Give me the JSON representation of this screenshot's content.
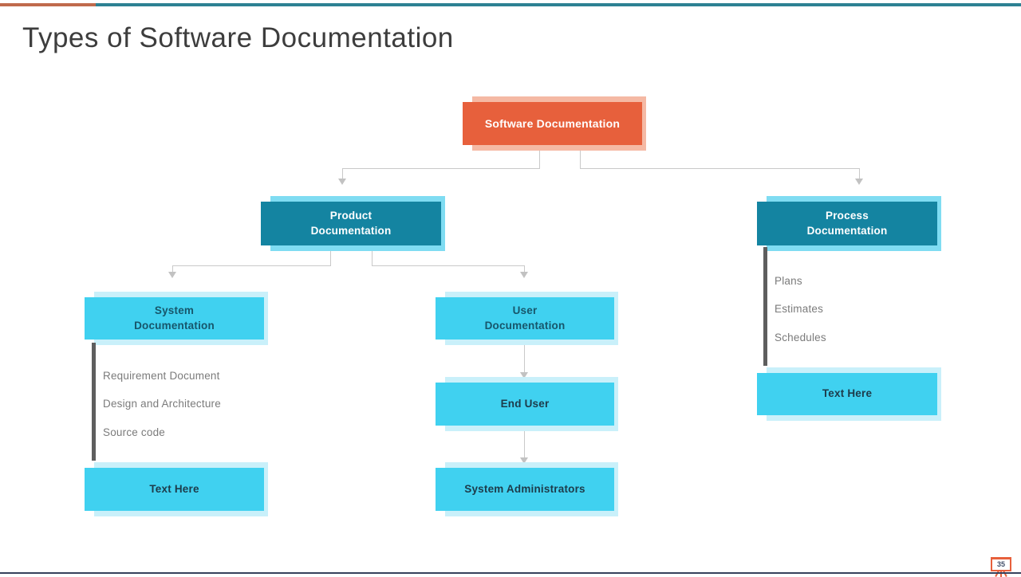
{
  "slide": {
    "title": "Types of Software Documentation",
    "page_number": "35"
  },
  "colors": {
    "orange": "#e7603c",
    "orange_light": "#f5b9a4",
    "teal_dark": "#1484a1",
    "teal_dark_light": "#7fdcf2",
    "cyan": "#40d1f0",
    "cyan_light": "#c9f0fa",
    "cyan_text_header": "#17566b",
    "cyan_text_leaf": "#1d3b4a",
    "top_bar_orange": "#c06a4c",
    "top_bar_teal": "#2d8193",
    "connector": "#c9c9c9",
    "arrow": "#c2c2c2",
    "list_bar": "#5e5e5e",
    "list_text": "#7b7b7b",
    "title_text": "#3d3d3d",
    "bottom_line": "#36415c"
  },
  "nodes": {
    "root": {
      "label": "Software Documentation"
    },
    "product": {
      "label": "Product\nDocumentation"
    },
    "process": {
      "label": "Process\nDocumentation"
    },
    "system": {
      "label": "System\nDocumentation"
    },
    "user": {
      "label": "User\nDocumentation"
    },
    "end_user": {
      "label": "End User"
    },
    "system_admins": {
      "label": "System Administrators"
    },
    "system_text_here": {
      "label": "Text Here"
    },
    "process_text_here": {
      "label": "Text Here"
    }
  },
  "lists": {
    "system_items": [
      "Requirement Document",
      "Design and Architecture",
      "Source code"
    ],
    "process_items": [
      "Plans",
      "Estimates",
      "Schedules"
    ]
  }
}
